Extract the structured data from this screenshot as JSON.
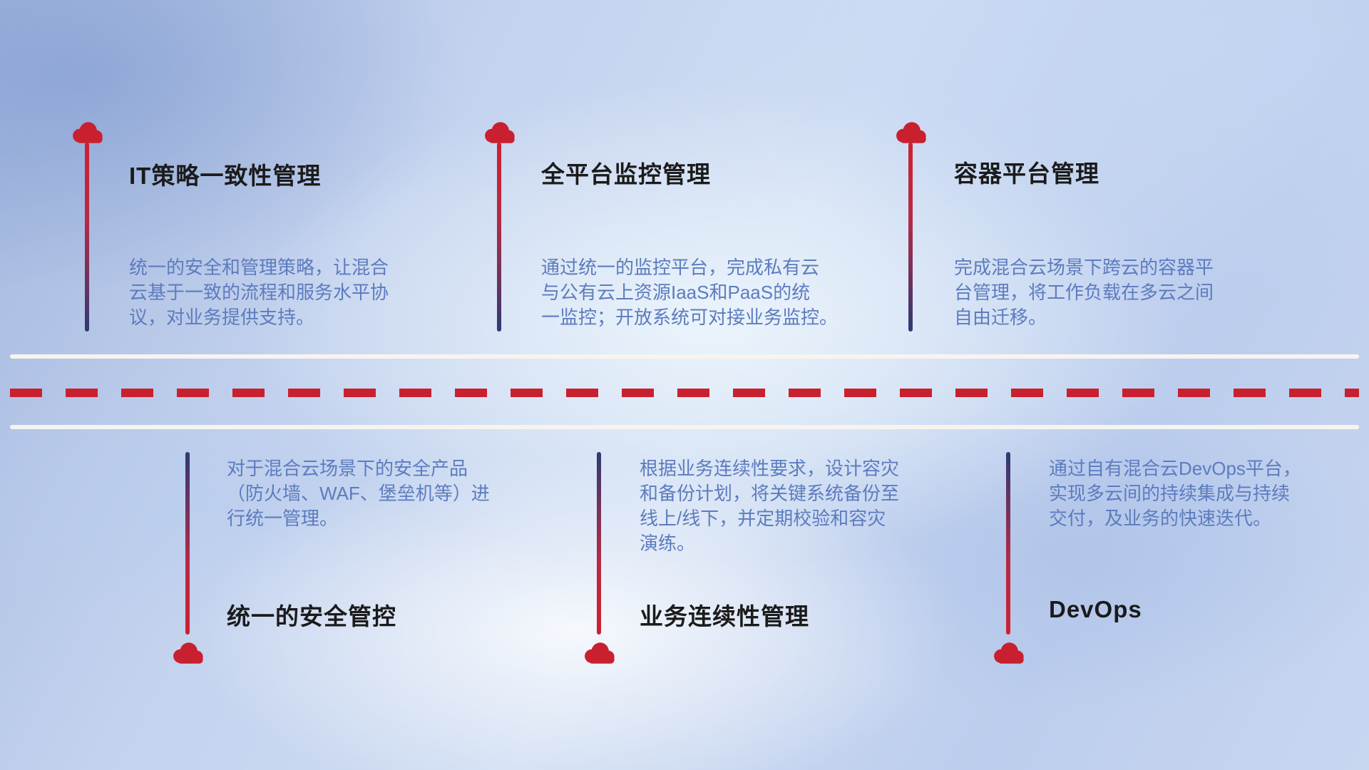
{
  "diagram": {
    "type": "timeline-road",
    "top_items": [
      {
        "title": "IT策略一致性管理",
        "desc": "统一的安全和管理策略，让混合\n云基于一致的流程和服务水平协\n议，对业务提供支持。"
      },
      {
        "title": "全平台监控管理",
        "desc": "通过统一的监控平台，完成私有云\n与公有云上资源IaaS和PaaS的统\n一监控；开放系统可对接业务监控。"
      },
      {
        "title": "容器平台管理",
        "desc": "完成混合云场景下跨云的容器平\n台管理，将工作负载在多云之间\n自由迁移。"
      }
    ],
    "bottom_items": [
      {
        "title": "统一的安全管控",
        "desc": "对于混合云场景下的安全产品\n（防火墙、WAF、堡垒机等）进\n行统一管理。"
      },
      {
        "title": "业务连续性管理",
        "desc": "根据业务连续性要求，设计容灾\n和备份计划，将关键系统备份至\n线上/线下，并定期校验和容灾\n演练。"
      },
      {
        "title": "DevOps",
        "desc": "通过自有混合云DevOps平台，\n实现多云间的持续集成与持续\n交付，及业务的快速迭代。"
      }
    ],
    "colors": {
      "accent_red": "#c9202f",
      "line_navy": "#2e3a75",
      "desc_blue": "#5d7cbe",
      "title_black": "#1b1b1b",
      "road_white": "#f7f4ef"
    }
  }
}
